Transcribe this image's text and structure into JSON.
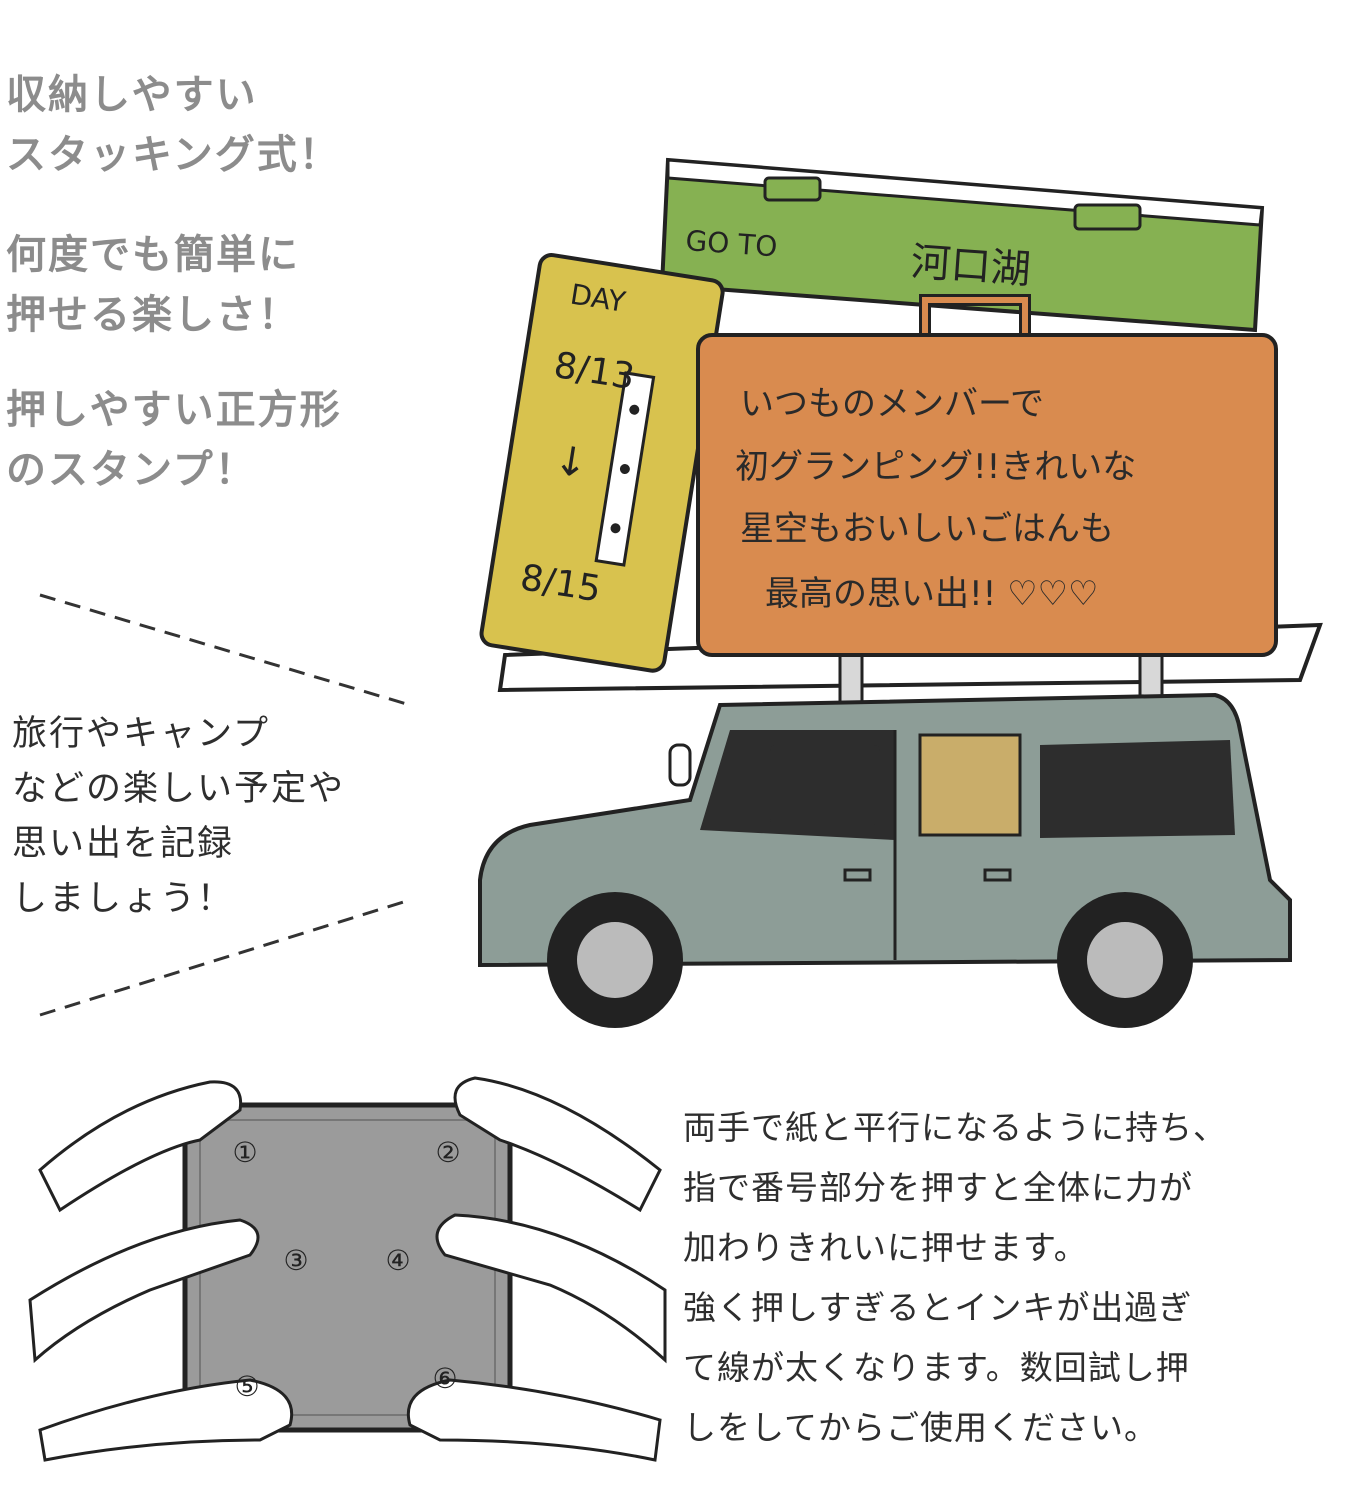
{
  "features": [
    {
      "lines": [
        "収納しやすい",
        "スタッキング式！"
      ]
    },
    {
      "lines": [
        "何度でも簡単に",
        "押せる楽しさ！"
      ]
    },
    {
      "lines": [
        "押しやすい正方形",
        "のスタンプ！"
      ]
    }
  ],
  "note": {
    "lines": [
      "旅行やキャンプ",
      "などの楽しい予定や",
      "思い出を記録",
      "しましょう！"
    ]
  },
  "illustration": {
    "green_case": {
      "label": "GO TO",
      "place": "河口湖"
    },
    "yellow_case": {
      "label": "DAY",
      "start": "8/13",
      "arrow": "↓",
      "end": "8/15"
    },
    "orange_case": {
      "lines": [
        "いつものメンバーで",
        "初グランピング!!きれいな",
        "星空もおいしいごはんも",
        "最高の思い出!! ♡♡♡"
      ]
    }
  },
  "stamp": {
    "numbers": [
      "①",
      "②",
      "③",
      "④",
      "⑤",
      "⑥"
    ]
  },
  "instructions": {
    "lines": [
      "両手で紙と平行になるように持ち、",
      "指で番号部分を押すと全体に力が",
      "加わりきれいに押せます。",
      "強く押しすぎるとインキが出過ぎ",
      "て線が太くなります。数回試し押",
      "しをしてからご使用ください。"
    ]
  },
  "colors": {
    "green": "#86b152",
    "yellow": "#d8c24e",
    "orange": "#d98b4f",
    "car": "#8d9d97",
    "stamp": "#9b9b9b",
    "feature_text": "#8c8c8c"
  }
}
